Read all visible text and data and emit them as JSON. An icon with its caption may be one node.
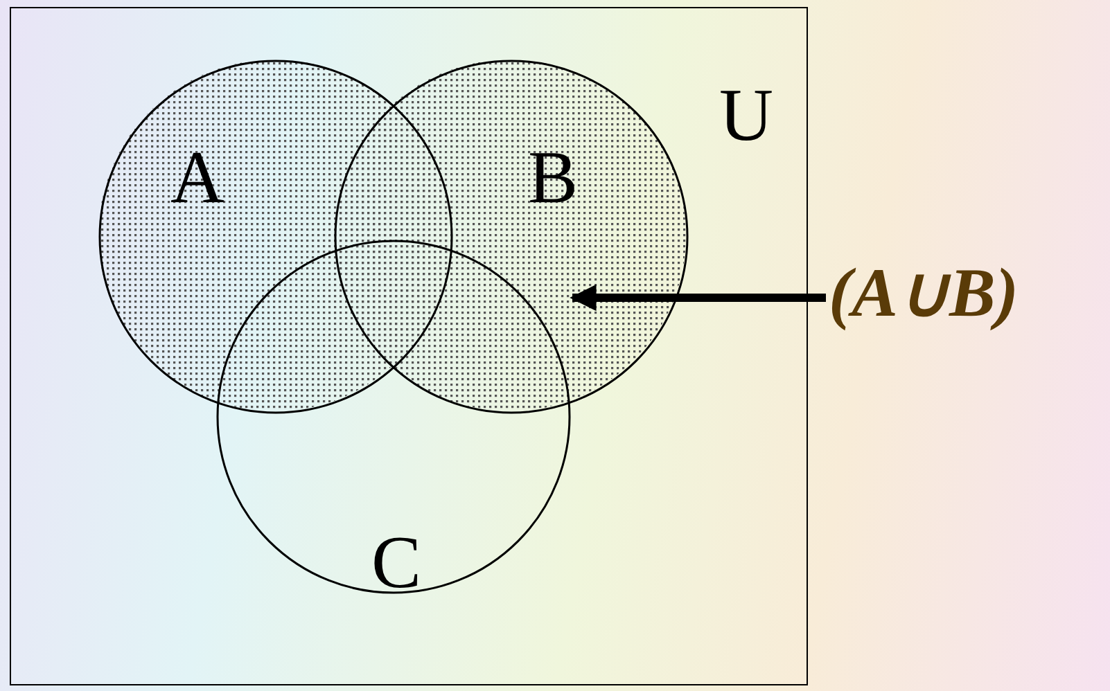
{
  "diagram": {
    "nodes": [
      {
        "text": [
          "U"
        ]
      },
      {
        "text": [
          "A"
        ],
        "in": 0
      },
      {
        "text": [
          "B"
        ],
        "in": 0
      },
      {
        "text": [
          "C"
        ],
        "in": 0
      },
      {
        "text": [
          "(A∪B)"
        ]
      }
    ],
    "edges": [
      {
        "from": 4,
        "to": 2,
        "arrow": "to"
      }
    ]
  }
}
